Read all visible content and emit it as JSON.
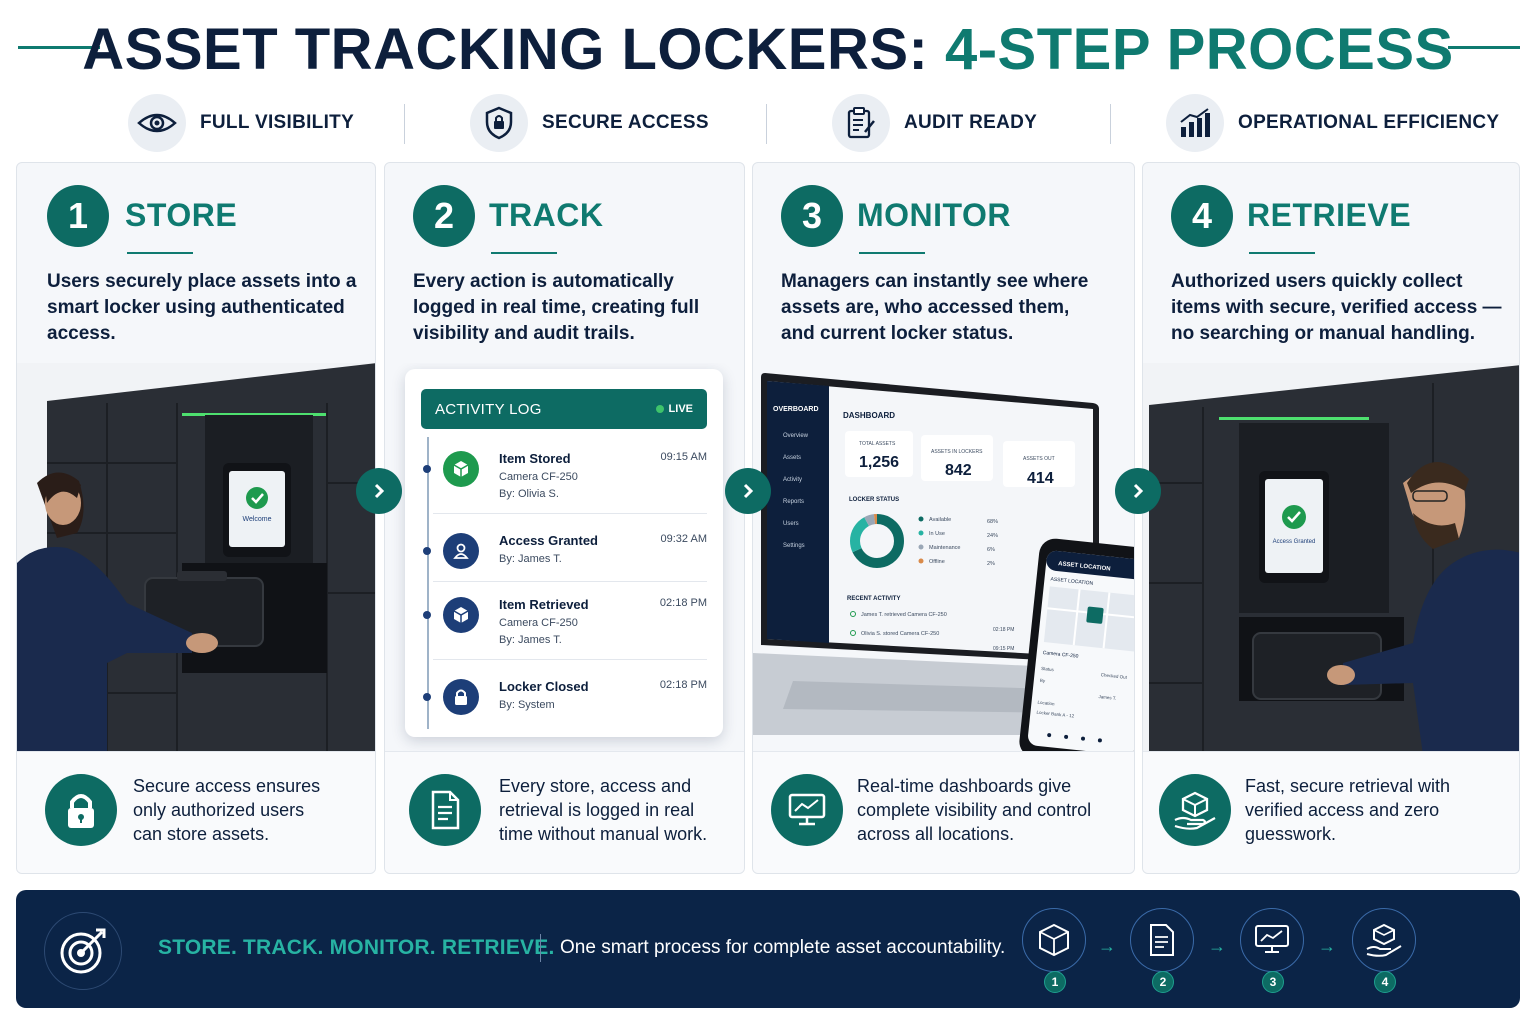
{
  "header": {
    "title_main": "ASSET TRACKING LOCKERS: ",
    "title_accent": "4-STEP PROCESS"
  },
  "benefits": [
    {
      "label": "FULL VISIBILITY",
      "icon": "eye-icon"
    },
    {
      "label": "SECURE ACCESS",
      "icon": "shield-icon"
    },
    {
      "label": "AUDIT READY",
      "icon": "clipboard-icon"
    },
    {
      "label": "OPERATIONAL EFFICIENCY",
      "icon": "bar-chart-icon"
    }
  ],
  "steps": [
    {
      "num": "1",
      "title": "STORE",
      "desc": "Users securely place assets into a smart locker using authenticated access.",
      "footer": "Secure access ensures only authorized users can store assets.",
      "screen_text": "Welcome"
    },
    {
      "num": "2",
      "title": "TRACK",
      "desc": "Every action is automatically logged in real time, creating full visibility and audit trails.",
      "footer": "Every store, access and retrieval is logged in real time without manual work."
    },
    {
      "num": "3",
      "title": "MONITOR",
      "desc": "Managers can instantly see where assets are, who accessed them, and current locker status.",
      "footer": "Real-time dashboards give complete visibility and control across all locations."
    },
    {
      "num": "4",
      "title": "RETRIEVE",
      "desc": "Authorized users quickly collect items with secure, verified access — no searching or manual handling.",
      "footer": "Fast, secure retrieval with verified access and zero guesswork.",
      "screen_text": "Access Granted"
    }
  ],
  "activity_log": {
    "title": "ACTIVITY LOG",
    "live": "LIVE",
    "entries": [
      {
        "name": "Item Stored",
        "time": "09:15 AM",
        "line1": "Camera CF-250",
        "line2": "By: Olivia S.",
        "color": "#1e9a4e"
      },
      {
        "name": "Access Granted",
        "time": "09:32 AM",
        "line1": "By: James T.",
        "line2": "",
        "color": "#1d3e78"
      },
      {
        "name": "Item Retrieved",
        "time": "02:18 PM",
        "line1": "Camera CF-250",
        "line2": "By: James T.",
        "color": "#1d3e78"
      },
      {
        "name": "Locker Closed",
        "time": "02:18 PM",
        "line1": "By: System",
        "line2": "",
        "color": "#1d3e78"
      }
    ]
  },
  "dashboard": {
    "logo": "OVERBOARD",
    "heading": "DASHBOARD",
    "nav": [
      "Overview",
      "Assets",
      "Activity",
      "Reports",
      "Users",
      "Settings"
    ],
    "kpis": [
      {
        "label": "TOTAL ASSETS",
        "value": "1,256"
      },
      {
        "label": "ASSETS IN LOCKERS",
        "value": "842"
      },
      {
        "label": "ASSETS OUT",
        "value": "414"
      }
    ],
    "status_title": "LOCKER STATUS",
    "status": [
      {
        "label": "Available",
        "value": 68,
        "pct": "68%",
        "color": "#0d6b63"
      },
      {
        "label": "In Use",
        "value": 24,
        "pct": "24%",
        "color": "#27b3a3"
      },
      {
        "label": "Maintenance",
        "value": 6,
        "pct": "6%",
        "color": "#9aa7b6"
      },
      {
        "label": "Offline",
        "value": 2,
        "pct": "2%",
        "color": "#d98a4a"
      }
    ],
    "recent_title": "RECENT ACTIVITY",
    "recent": [
      {
        "text": "James T. retrieved Camera CF-250",
        "time": "02:18 PM"
      },
      {
        "text": "Olivia S. stored Camera CF-250",
        "time": "09:15 PM"
      }
    ]
  },
  "phone": {
    "header": "ASSET LOCATION",
    "subheader": "ASSET LOCATION",
    "item": "Camera CF-250",
    "rows": [
      {
        "k": "Status",
        "v": "Checked Out"
      },
      {
        "k": "By",
        "v": "James T."
      },
      {
        "k": "Location",
        "v": ""
      }
    ],
    "location_value": "Locker Bank A - 12"
  },
  "banner": {
    "slogan": "STORE. TRACK. MONITOR. RETRIEVE.",
    "tagline": "One smart process for complete asset accountability.",
    "steps": [
      "1",
      "2",
      "3",
      "4"
    ]
  },
  "colors": {
    "navy": "#0d1f3c",
    "teal": "#0f7a70",
    "banner": "#0b2447",
    "accent": "#27b3a3"
  }
}
